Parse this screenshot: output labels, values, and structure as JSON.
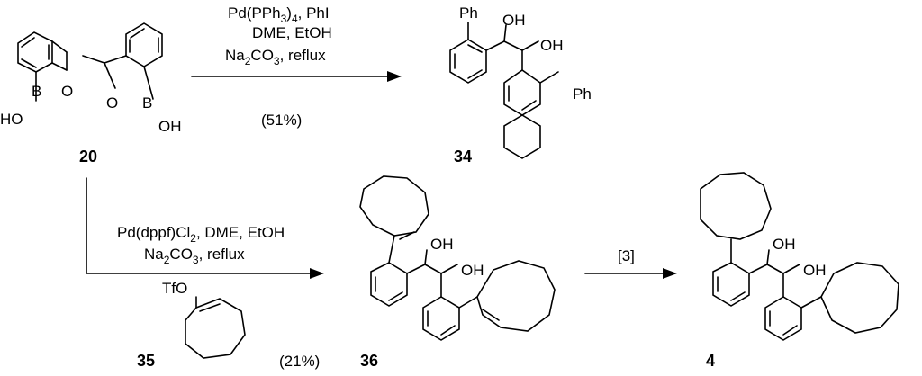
{
  "reaction_top": {
    "conditions_line1": "Pd(PPh",
    "conditions_line1_sub": "3",
    "conditions_line1_tail": ")",
    "conditions_line1_sub2": "4",
    "conditions_line1_end": ", PhI",
    "conditions_line2": "DME, EtOH",
    "conditions_line3a": "Na",
    "conditions_line3_sub": "2",
    "conditions_line3b": "CO",
    "conditions_line3_sub2": "3",
    "conditions_line3c": ", reflux",
    "yield": "(51%)"
  },
  "reaction_bottom": {
    "conditions_line1a": "Pd(dppf)Cl",
    "conditions_line1_sub": "2",
    "conditions_line1b": ", DME, EtOH",
    "conditions_line2a": "Na",
    "conditions_line2_sub": "2",
    "conditions_line2b": "CO",
    "conditions_line2_sub2": "3",
    "conditions_line2c": ", reflux",
    "yield": "(21%)",
    "ref": "[3]"
  },
  "compounds": {
    "c20": "20",
    "c34": "34",
    "c35": "35",
    "c36": "36",
    "c4": "4"
  },
  "atoms": {
    "ho": "HO",
    "oh": "OH",
    "b": "B",
    "o": "O",
    "ph": "Ph",
    "tfo": "TfO"
  }
}
